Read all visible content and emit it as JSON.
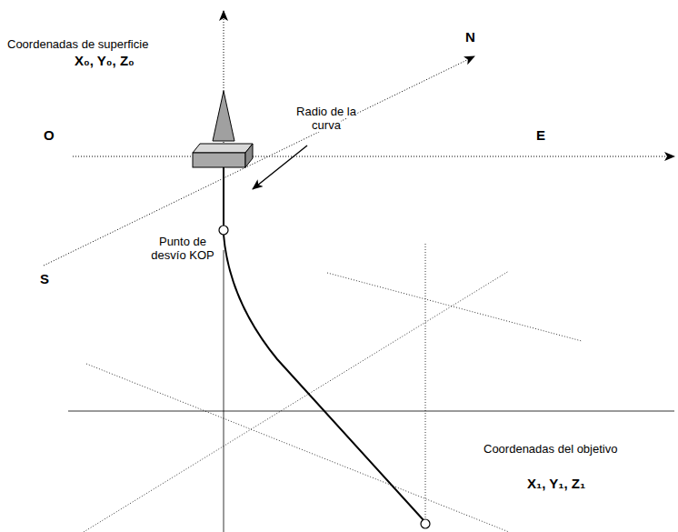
{
  "diagram": {
    "labels": [
      "Coordenadas de superficie",
      "X₀, Y₀, Z₀",
      "N",
      "O",
      "E",
      "S",
      "Punto de desvío KOP",
      "Radio de la curva",
      "Coordenadas del objetivo",
      "X₁, Y₁, Z₁"
    ]
  }
}
